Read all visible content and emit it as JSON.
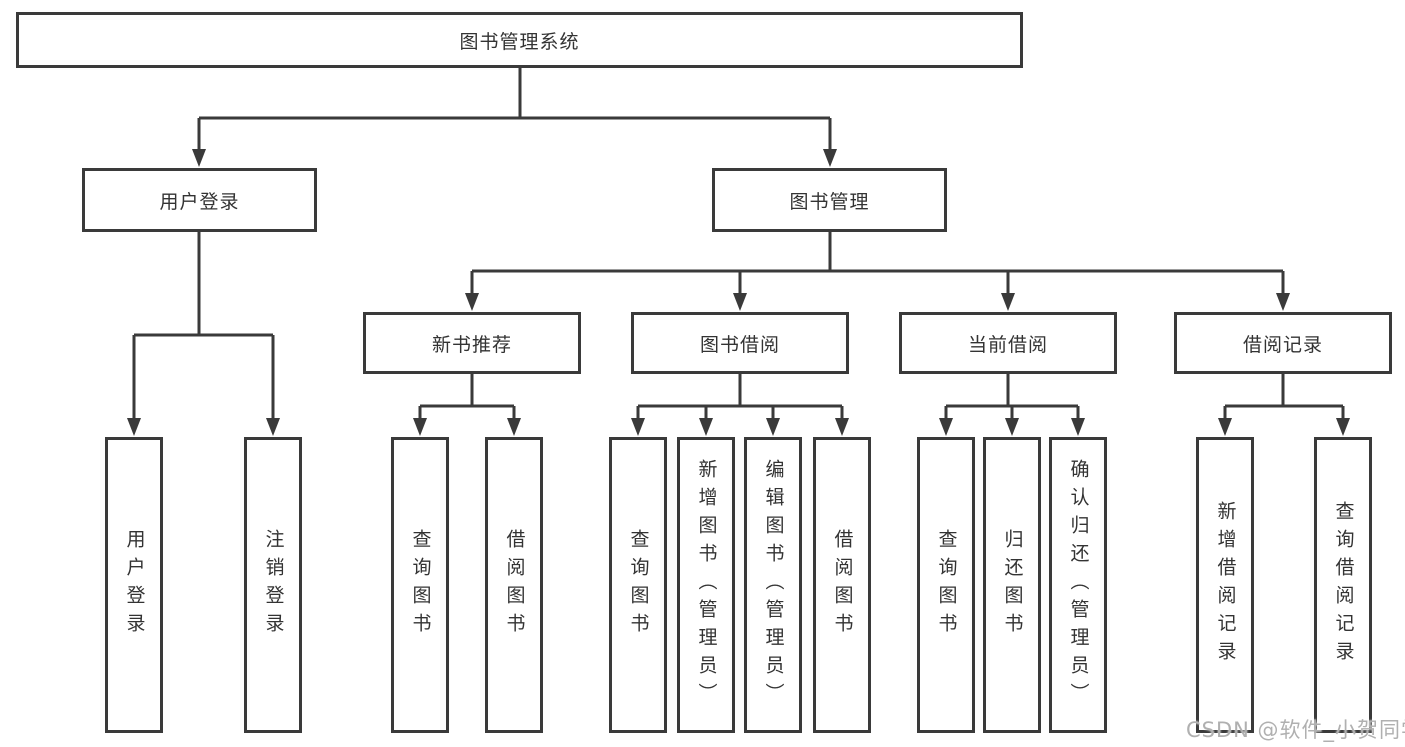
{
  "nodes": {
    "root": "图书管理系统",
    "user_login": "用户登录",
    "book_mgmt": "图书管理",
    "new_book_rec": "新书推荐",
    "book_borrow": "图书借阅",
    "current_borrow": "当前借阅",
    "borrow_records": "借阅记录",
    "ul_login": "用户登录",
    "ul_logout": "注销登录",
    "nr_query": "查询图书",
    "nr_borrow": "借阅图书",
    "bb_query": "查询图书",
    "bb_add": "新增图书（管理员）",
    "bb_edit": "编辑图书（管理员）",
    "bb_borrow": "借阅图书",
    "cb_query": "查询图书",
    "cb_return": "归还图书",
    "cb_confirm": "确认归还（管理员）",
    "br_add": "新增借阅记录",
    "br_query": "查询借阅记录"
  },
  "watermark": "CSDN @软件_小贺同学",
  "colors": {
    "line": "#3a3a3a",
    "text": "#333333",
    "background": "#ffffff",
    "watermark": "#b0b0b0"
  }
}
